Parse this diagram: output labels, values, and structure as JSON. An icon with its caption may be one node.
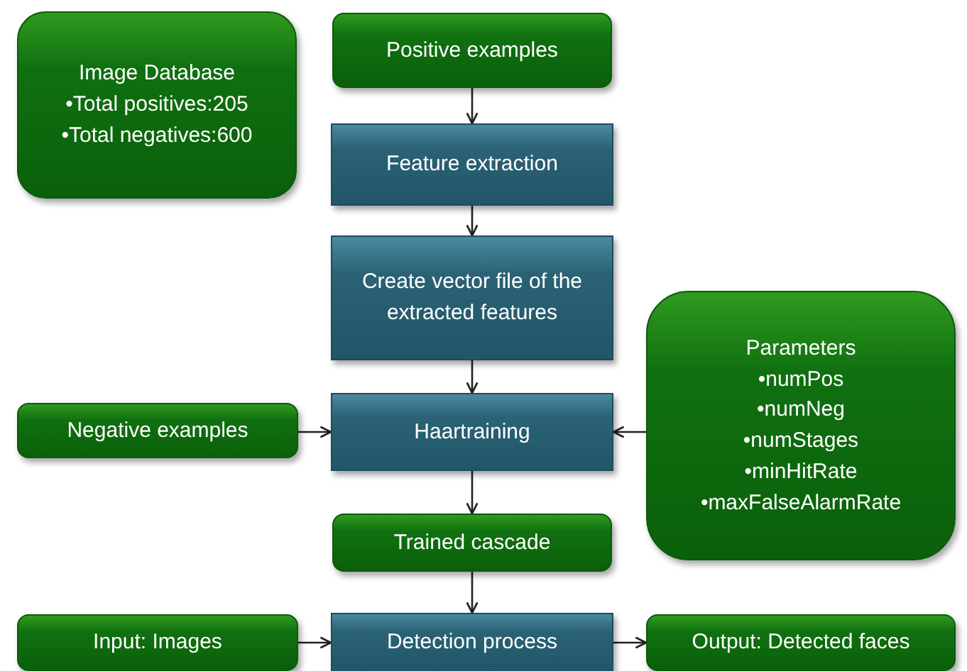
{
  "diagram": {
    "nodes": [
      {
        "text": [
          "Image Database",
          "•Total positives:205",
          "•Total negatives:600"
        ]
      },
      {
        "text": [
          "Positive examples"
        ]
      },
      {
        "text": [
          "Feature extraction"
        ]
      },
      {
        "text": [
          "Create vector file of the extracted features"
        ]
      },
      {
        "text": [
          "Parameters",
          "•numPos",
          "•numNeg",
          "•numStages",
          "•minHitRate",
          "•maxFalseAlarmRate"
        ]
      },
      {
        "text": [
          "Negative examples"
        ]
      },
      {
        "text": [
          "Haartraining"
        ]
      },
      {
        "text": [
          "Trained cascade"
        ]
      },
      {
        "text": [
          "Input: Images"
        ]
      },
      {
        "text": [
          "Detection process"
        ]
      },
      {
        "text": [
          "Output: Detected faces"
        ]
      }
    ],
    "edges": [
      {
        "from": 1,
        "to": 2,
        "arrow": "to"
      },
      {
        "from": 2,
        "to": 3,
        "arrow": "to"
      },
      {
        "from": 3,
        "to": 6,
        "arrow": "to"
      },
      {
        "from": 5,
        "to": 6,
        "arrow": "to"
      },
      {
        "from": 4,
        "to": 6,
        "arrow": "to"
      },
      {
        "from": 6,
        "to": 7,
        "arrow": "to"
      },
      {
        "from": 7,
        "to": 9,
        "arrow": "to"
      },
      {
        "from": 8,
        "to": 9,
        "arrow": "to"
      },
      {
        "from": 9,
        "to": 10,
        "arrow": "to"
      }
    ]
  }
}
